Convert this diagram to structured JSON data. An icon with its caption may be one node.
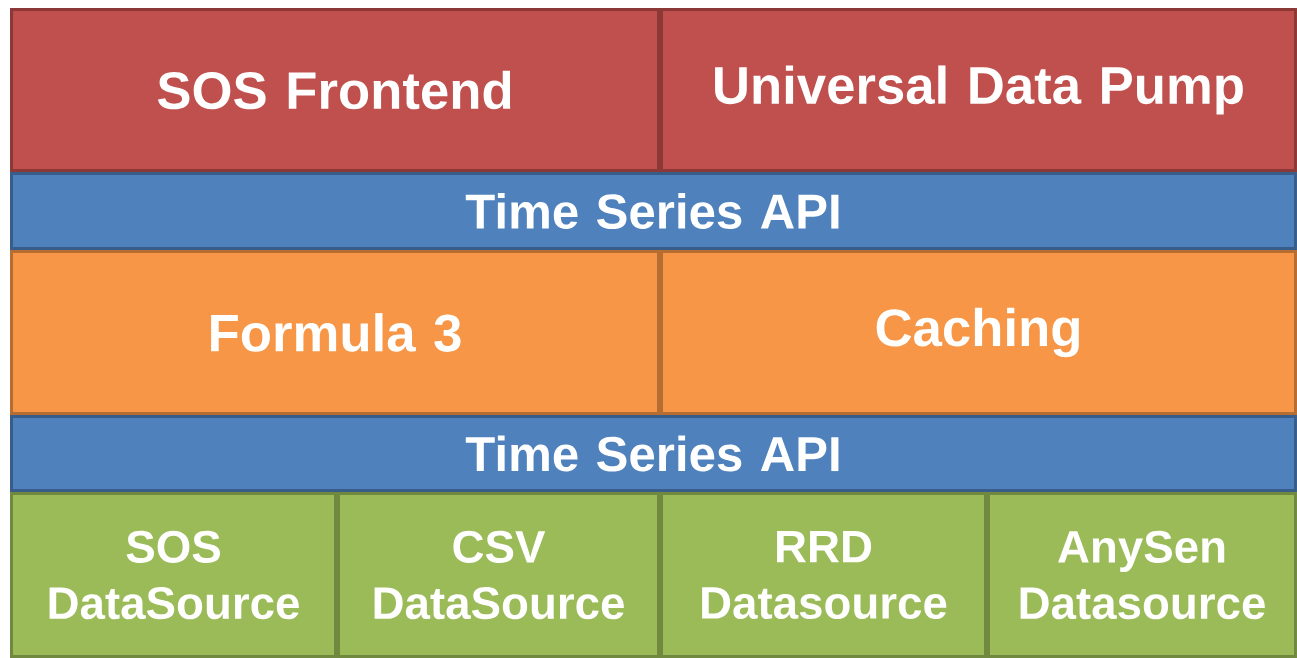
{
  "diagram": {
    "nodes": [
      {
        "text": [
          "SOS Frontend"
        ]
      },
      {
        "text": [
          "Universal Data Pump"
        ]
      },
      {
        "text": [
          "Time Series API"
        ]
      },
      {
        "text": [
          "Formula 3"
        ]
      },
      {
        "text": [
          "Caching"
        ]
      },
      {
        "text": [
          "Time Series API"
        ]
      },
      {
        "text": [
          "SOS DataSource"
        ]
      },
      {
        "text": [
          "CSV DataSource"
        ]
      },
      {
        "text": [
          "RRD Datasource"
        ]
      },
      {
        "text": [
          "AnySen Datasource"
        ]
      }
    ]
  }
}
